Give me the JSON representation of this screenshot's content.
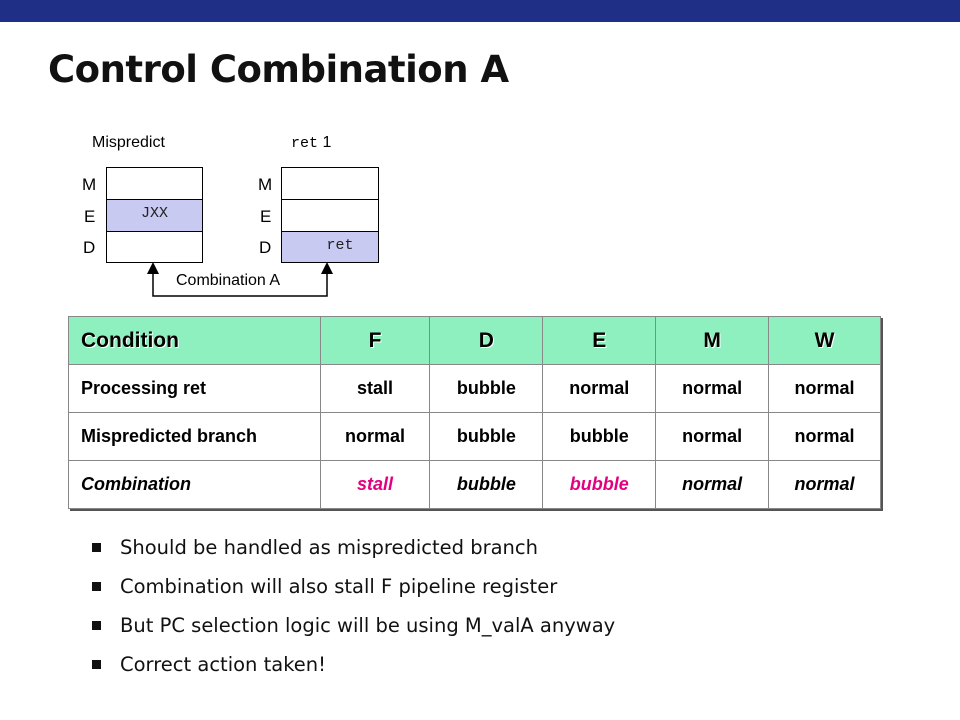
{
  "title": "Control Combination A",
  "diagram": {
    "left": {
      "label": "Mispredict",
      "stages": [
        "M",
        "E",
        "D"
      ],
      "highlight_text": "JXX"
    },
    "right": {
      "label_code": "ret",
      "label_num": "1",
      "stages": [
        "M",
        "E",
        "D"
      ],
      "highlight_text": "ret"
    },
    "combination_label": "Combination A"
  },
  "table": {
    "headers": [
      "Condition",
      "F",
      "D",
      "E",
      "M",
      "W"
    ],
    "rows": [
      {
        "condition": "Processing ret",
        "values": [
          "stall",
          "bubble",
          "normal",
          "normal",
          "normal"
        ]
      },
      {
        "condition": "Mispredicted branch",
        "values": [
          "normal",
          "bubble",
          "bubble",
          "normal",
          "normal"
        ]
      },
      {
        "condition": "Combination",
        "values": [
          "stall",
          "bubble",
          "bubble",
          "normal",
          "normal"
        ]
      }
    ],
    "colors": {
      "header_bg": "#8ff0bf",
      "highlight_text": "#e3007f",
      "register_highlight": "#c8caf2"
    }
  },
  "bullets": [
    "Should be handled as mispredicted branch",
    "Combination will also stall F pipeline register",
    "But PC selection logic will be using M_valA anyway",
    "Correct action taken!"
  ]
}
